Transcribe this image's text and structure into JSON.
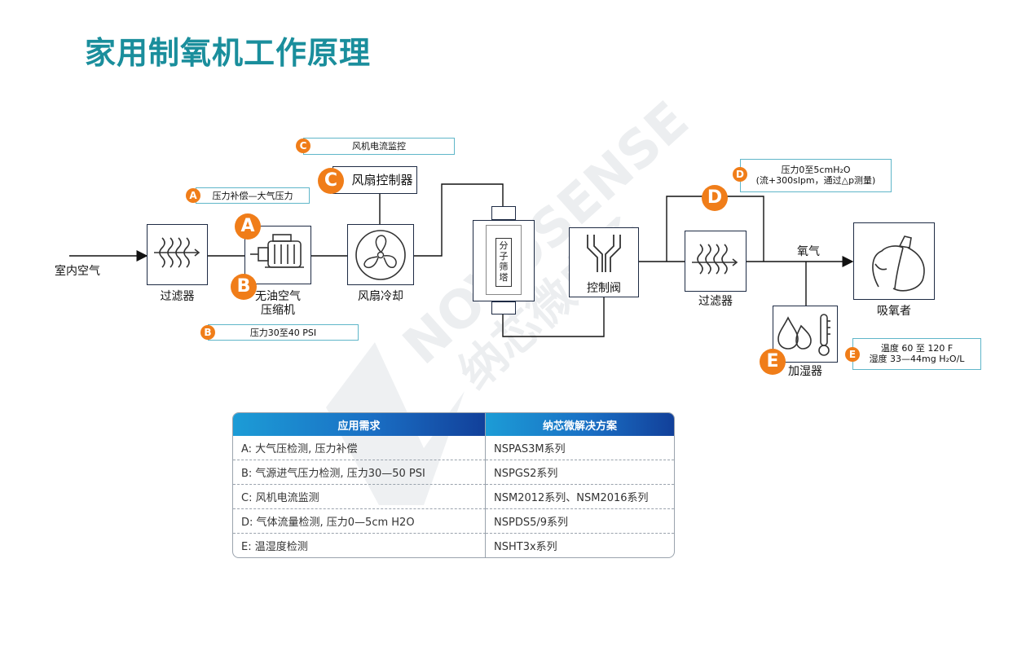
{
  "title": "家用制氧机工作原理",
  "watermark": {
    "text_en": "NOVOSENSE",
    "text_cn": "纳芯微电子"
  },
  "components": {
    "indoor_air": "室内空气",
    "filter1": "过滤器",
    "compressor_line1": "无油空气",
    "compressor_line2": "压缩机",
    "fan_cooling": "风扇冷却",
    "fan_controller": "风扇控制器",
    "sieve_tower": "分子筛塔",
    "control_valve": "控制阀",
    "filter2": "过滤器",
    "oxygen": "氧气",
    "inhaler": "吸氧者",
    "humidifier": "加湿器"
  },
  "badges": {
    "a": "A",
    "b": "B",
    "c": "C",
    "d": "D",
    "e": "E"
  },
  "notes": {
    "a": "压力补偿—大气压力",
    "b": "压力30至40 PSI",
    "c": "风机电流监控",
    "d_line1": "压力0至5cmH₂O",
    "d_line2": "(流+300slpm，通过△p测量)",
    "e_line1": "温度 60 至 120 F",
    "e_line2": "湿度 33—44mg H₂O/L"
  },
  "table": {
    "headers": [
      "应用需求",
      "纳芯微解决方案"
    ],
    "rows": [
      [
        "A:  大气压检测, 压力补偿",
        "NSPAS3M系列"
      ],
      [
        "B:  气源进气压力检测, 压力30—50 PSI",
        "NSPGS2系列"
      ],
      [
        "C:  风机电流监测",
        "NSM2012系列、NSM2016系列"
      ],
      [
        "D:  气体流量检测, 压力0—5cm H2O",
        "NSPDS5/9系列"
      ],
      [
        "E:  温湿度检测",
        "NSHT3x系列"
      ]
    ]
  },
  "colors": {
    "title": "#1a8e9c",
    "badge": "#f07d19",
    "note_border": "#5fb6c9",
    "line": "#1e2b44"
  }
}
